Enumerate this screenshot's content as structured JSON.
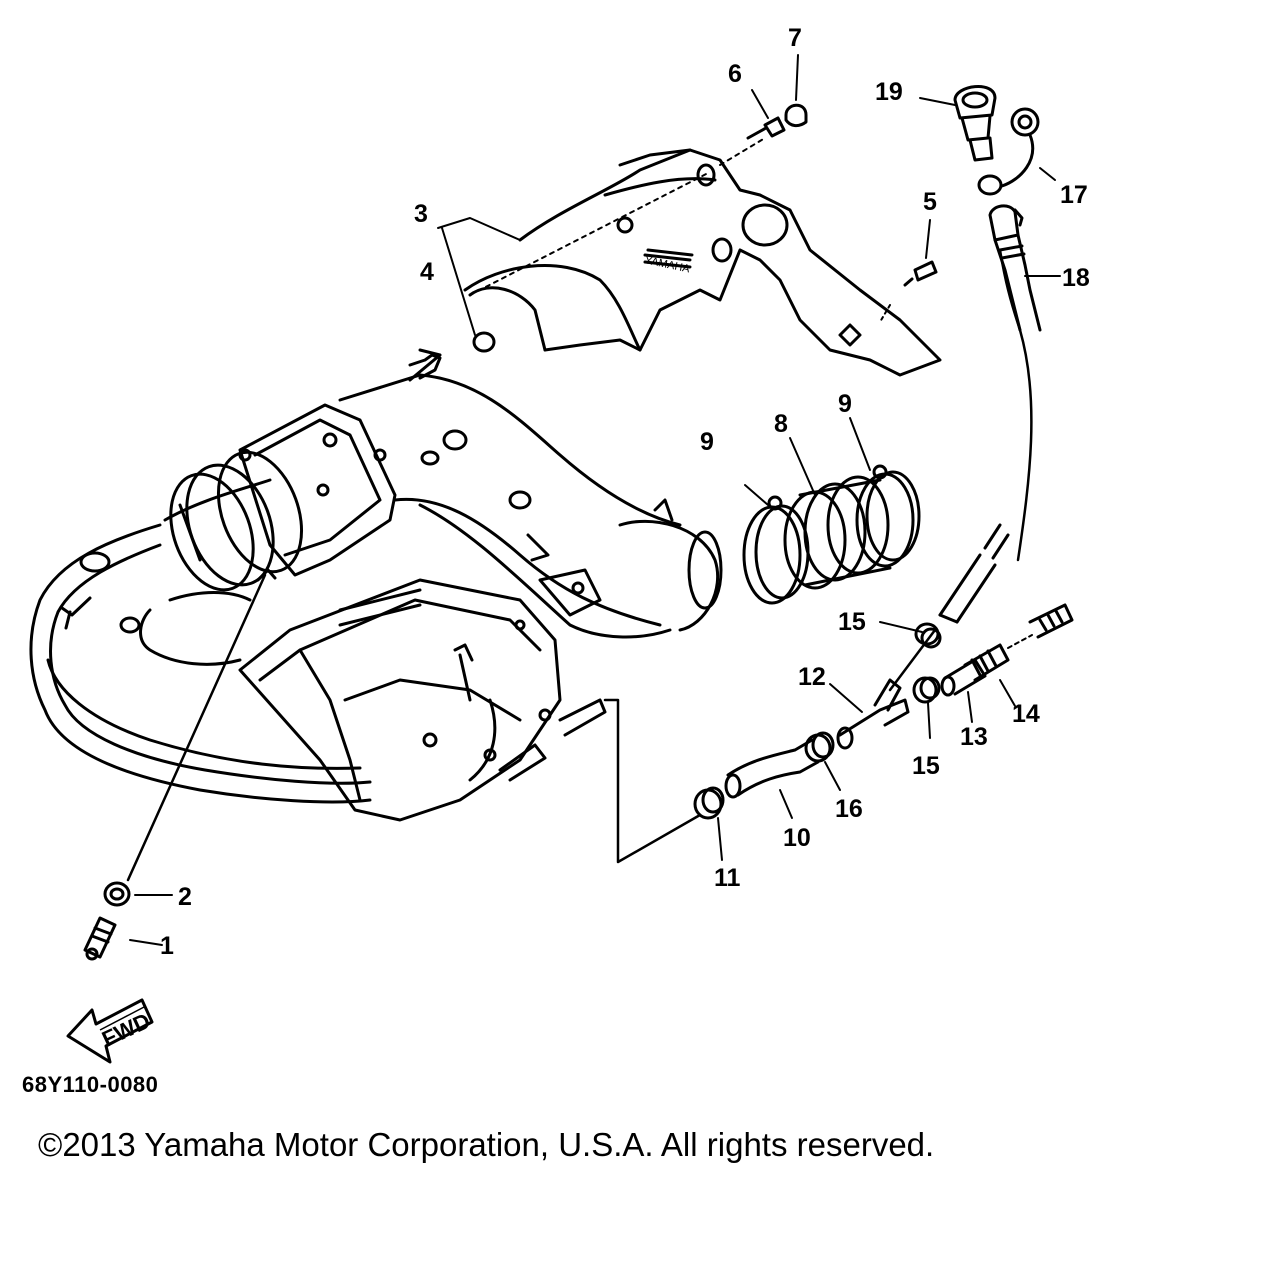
{
  "diagram": {
    "reference_code": "68Y110-0080",
    "copyright": "©2013 Yamaha Motor Corporation, U.S.A. All rights reserved.",
    "direction_label": "FWD",
    "cover_emblem": "YAMAHA",
    "callouts": [
      "1",
      "2",
      "3",
      "4",
      "5",
      "6",
      "7",
      "8",
      "9",
      "9",
      "10",
      "11",
      "12",
      "13",
      "14",
      "15",
      "15",
      "16",
      "17",
      "18",
      "19"
    ],
    "colors": {
      "ink": "#000000",
      "paper": "#ffffff"
    }
  }
}
